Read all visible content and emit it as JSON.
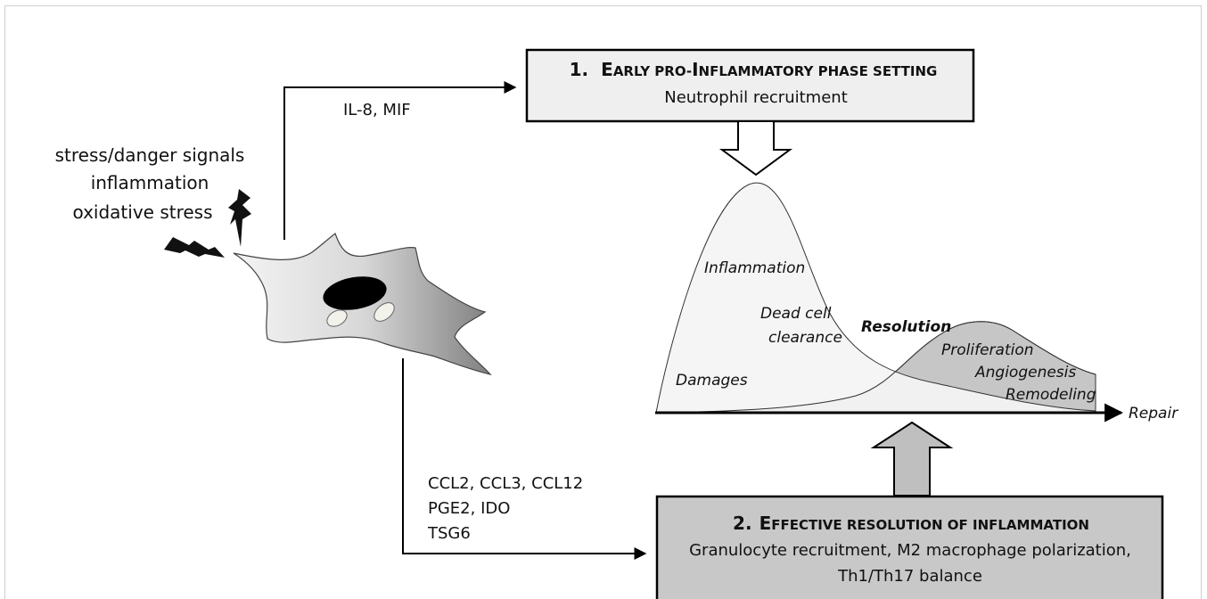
{
  "stress_signals": [
    "stress/danger signals",
    "inflammation",
    "oxidative stress"
  ],
  "arrow_labels": {
    "top": "IL-8, MIF",
    "bottom": [
      "CCL2, CCL3, CCL12",
      "PGE2, IDO",
      "TSG6"
    ]
  },
  "box_early": {
    "number": "1.",
    "title_cap1": "E",
    "title_rest1": "ARLY PRO-",
    "title_cap2": "I",
    "title_rest2": "NFLAMMATORY PHASE SETTING",
    "subtitle": "Neutrophil recruitment"
  },
  "box_resolution": {
    "number": "2.",
    "title_cap1": "E",
    "title_rest1": "FFECTIVE RESOLUTION OF INFLAMMATION",
    "line1": "Granulocyte recruitment, M2 macrophage polarization,",
    "line2": "Th1/Th17 balance"
  },
  "curve_labels": {
    "inflammation": "Inflammation",
    "dead_cell_1": "Dead cell",
    "dead_cell_2": "clearance",
    "resolution": "Resolution",
    "proliferation": "Proliferation",
    "angiogenesis": "Angiogenesis",
    "remodeling": "Remodeling",
    "damages": "Damages",
    "repair": "Repair"
  },
  "colors": {
    "box_early_fill": "#efefef",
    "box_resolution_fill": "#c8c8c8",
    "inflammation_curve_fill": "#f4f4f4",
    "repair_curve_fill": "#c6c6c6",
    "overlap_fill": "#dcdcdc",
    "arrow_down_fill": "#ffffff",
    "arrow_up_fill": "#bfbfbf",
    "cell_light": "#f2f2f2",
    "cell_dark": "#8a8a8a"
  }
}
